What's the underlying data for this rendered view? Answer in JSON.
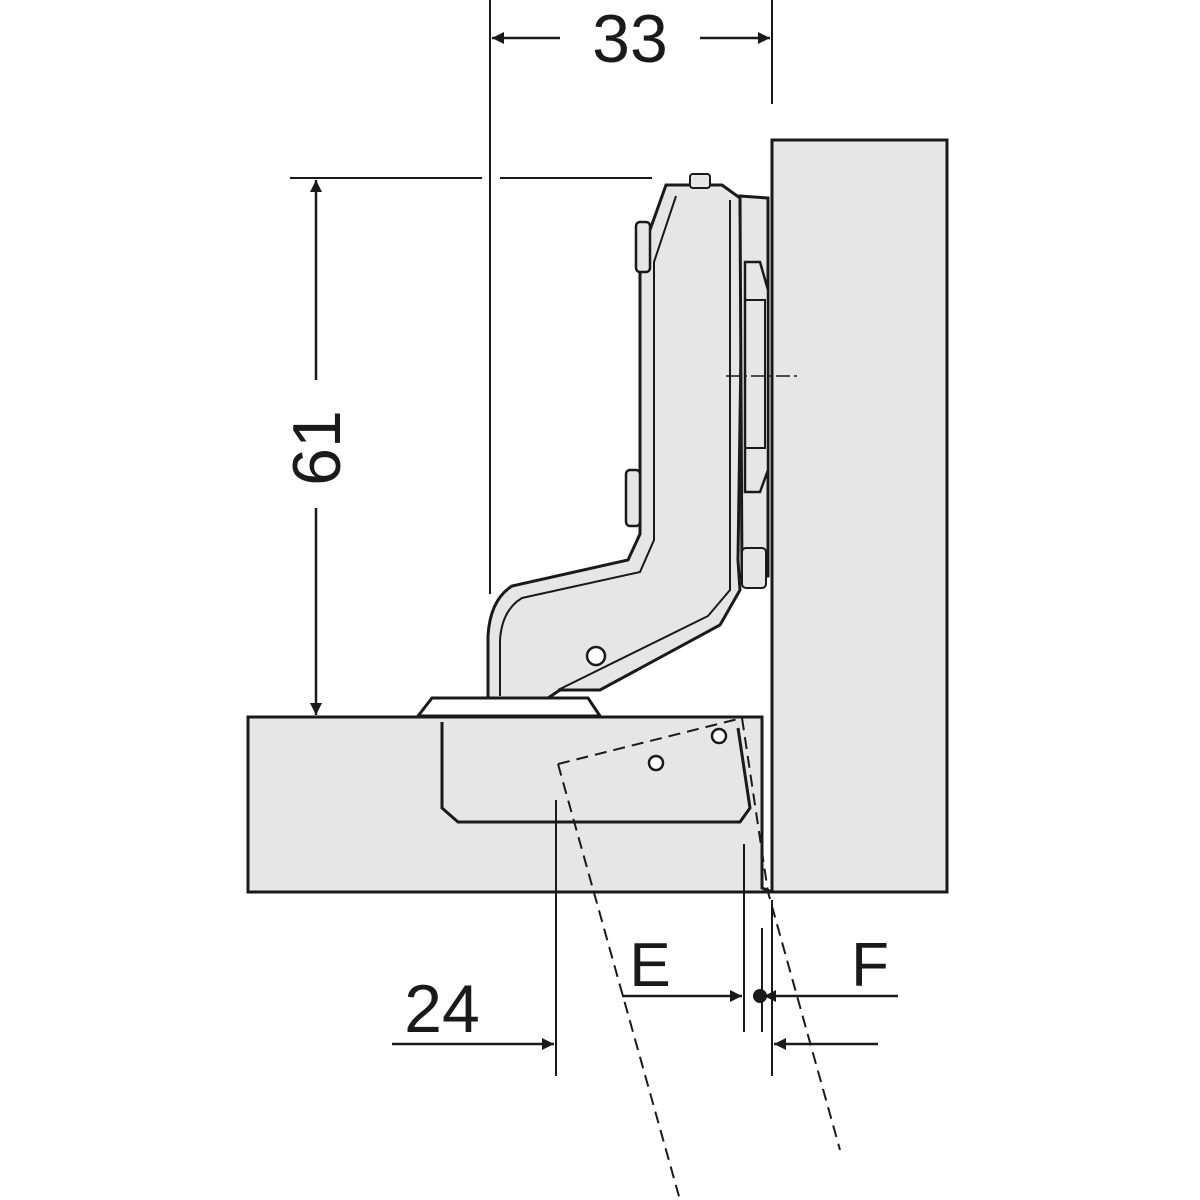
{
  "dimensions": {
    "top_width": "33",
    "height": "61",
    "bottom_offset": "24",
    "label_e": "E",
    "label_f": "F"
  },
  "colors": {
    "stroke": "#1a1a1a",
    "panel_fill": "#e6e6e6",
    "background": "#ffffff"
  }
}
